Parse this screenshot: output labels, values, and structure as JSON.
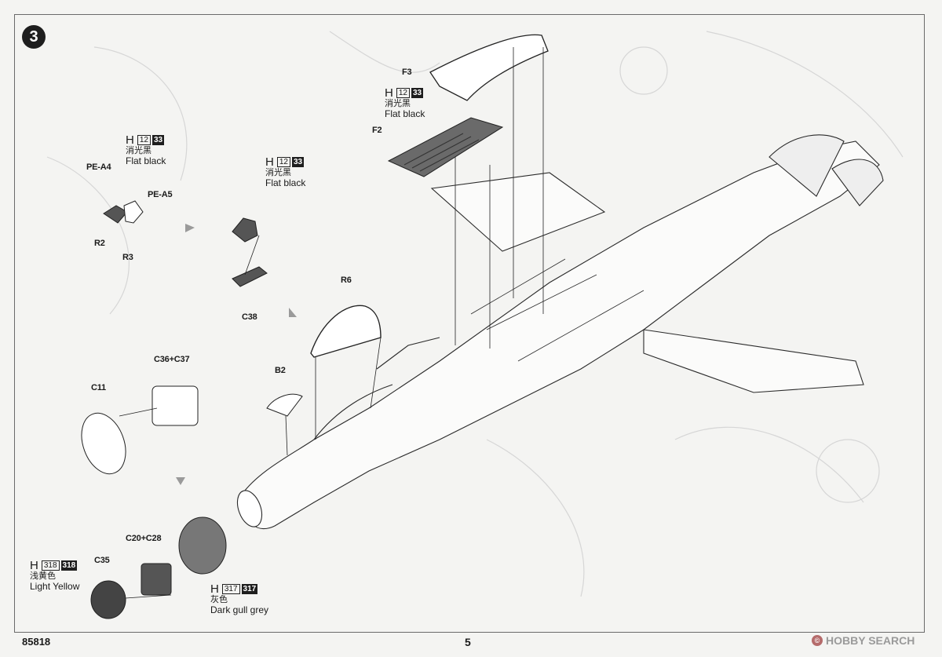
{
  "step_number": "3",
  "footer": {
    "product_code": "85818",
    "page_number": "5"
  },
  "watermark": {
    "text": "HOBBY SEARCH"
  },
  "part_labels": {
    "F3": "F3",
    "F2": "F2",
    "PE_A4": "PE-A4",
    "PE_A5": "PE-A5",
    "R2": "R2",
    "R3": "R3",
    "C38": "C38",
    "R6": "R6",
    "C36_C37": "C36+C37",
    "C11": "C11",
    "B2": "B2",
    "C20_C28": "C20+C28",
    "C35": "C35"
  },
  "paint_callouts": {
    "flat_black_1": {
      "prefix": "H",
      "num1": "12",
      "num2": "33",
      "cn": "消光黑",
      "en": "Flat black"
    },
    "flat_black_2": {
      "prefix": "H",
      "num1": "12",
      "num2": "33",
      "cn": "消光黑",
      "en": "Flat black"
    },
    "flat_black_3": {
      "prefix": "H",
      "num1": "12",
      "num2": "33",
      "cn": "消光黑",
      "en": "Flat black"
    },
    "light_yellow": {
      "prefix": "H",
      "num1": "318",
      "num2": "318",
      "cn": "浅黄色",
      "en": "Light Yellow"
    },
    "dark_gull_grey": {
      "prefix": "H",
      "num1": "317",
      "num2": "317",
      "cn": "灰色",
      "en": "Dark gull grey"
    }
  },
  "colors": {
    "ink": "#1e1e1e",
    "paper": "#f4f4f2",
    "flat_black_part": "#555555",
    "arrow_grey": "#9a9a9a"
  }
}
